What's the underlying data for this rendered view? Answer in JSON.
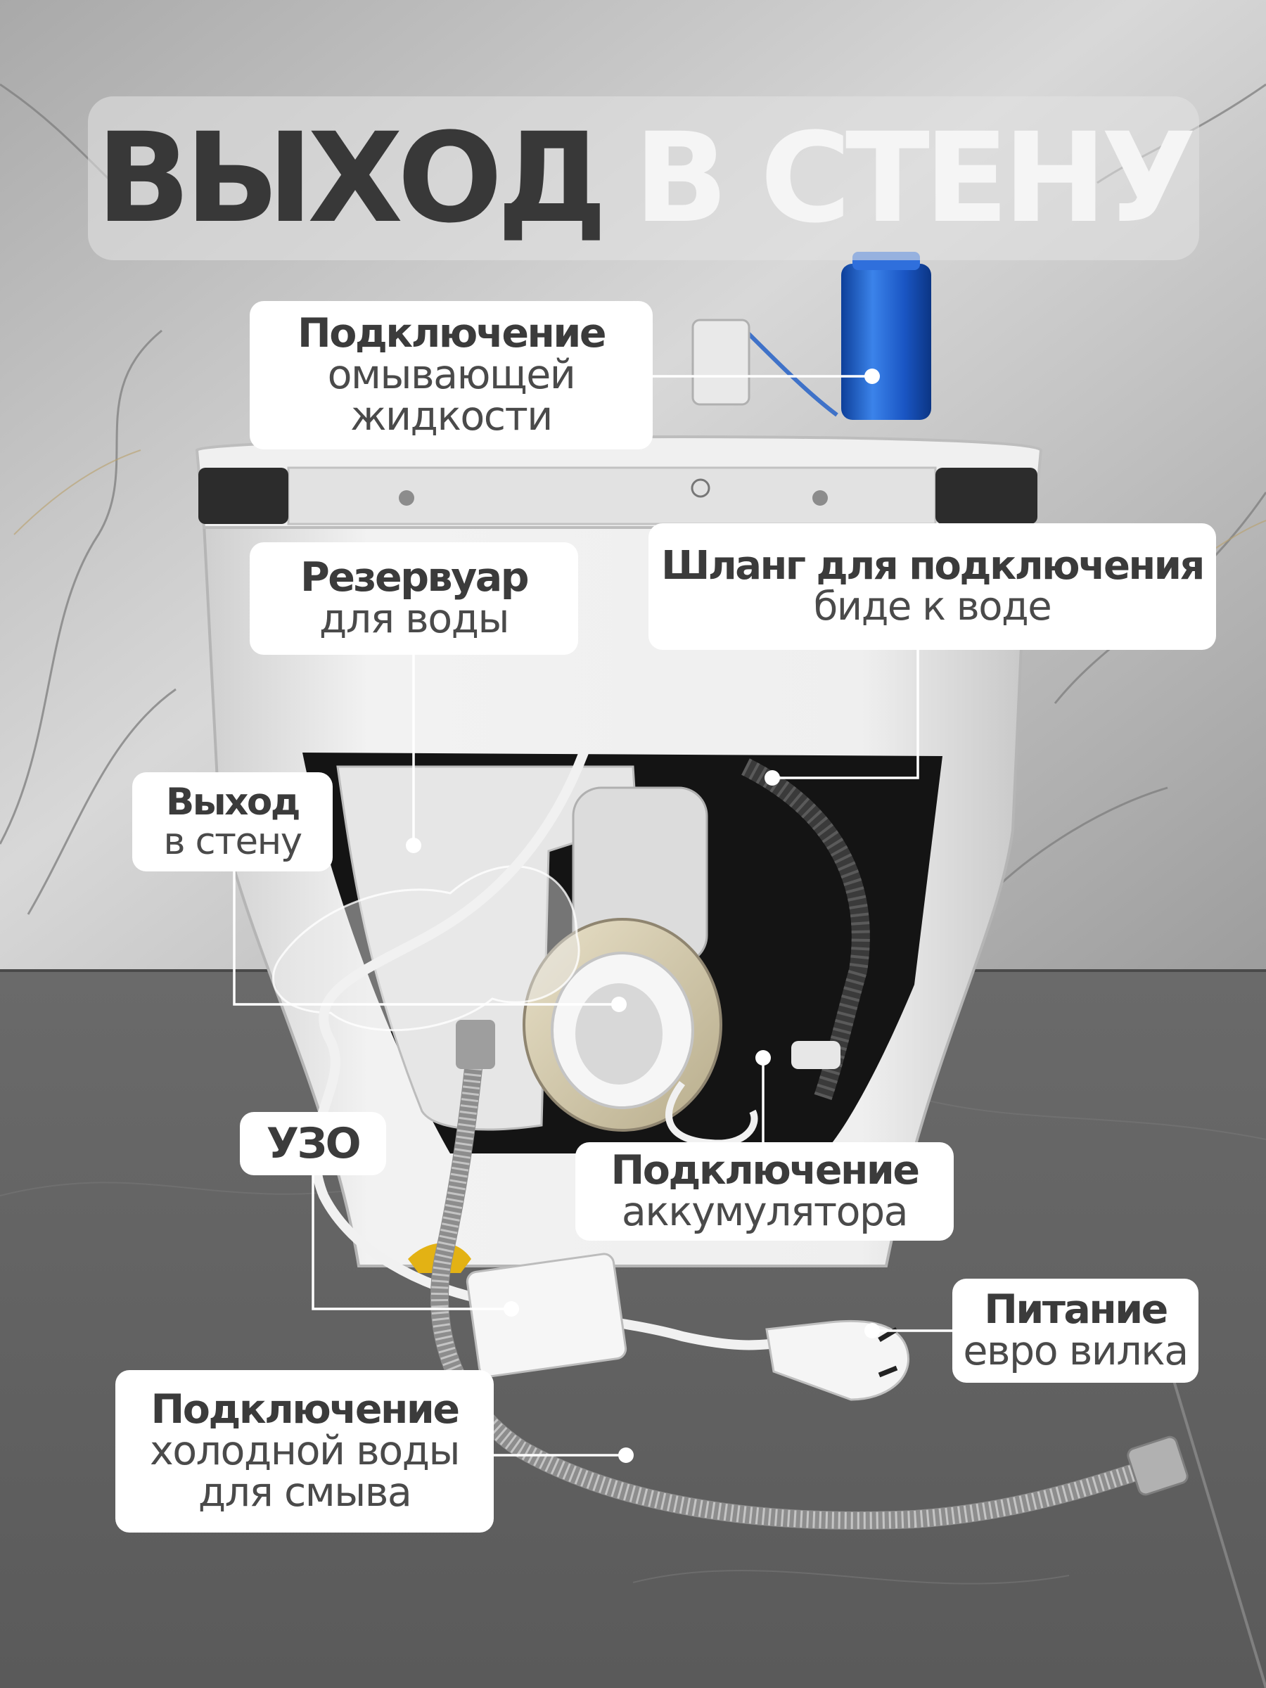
{
  "title": {
    "dark_part": "ВЫХОД",
    "light_part": "В СТЕНУ"
  },
  "callouts": {
    "washer_fluid": {
      "bold": "Подключение",
      "lines": [
        "омывающей",
        "жидкости"
      ]
    },
    "water_tank": {
      "bold": "Резервуар",
      "lines": [
        "для воды"
      ]
    },
    "bidet_hose": {
      "bold": "Шланг для подключения",
      "lines": [
        "биде к воде"
      ]
    },
    "wall_outlet": {
      "bold": "Выход",
      "lines": [
        "в стену"
      ]
    },
    "rcd": {
      "bold": "УЗО"
    },
    "battery": {
      "bold": "Подключение",
      "lines": [
        "аккумулятора"
      ]
    },
    "power": {
      "bold": "Питание",
      "lines": [
        "евро вилка"
      ]
    },
    "cold_water": {
      "bold": "Подключение",
      "lines": [
        "холодной воды",
        "для смыва"
      ]
    }
  },
  "colors": {
    "title_dark": "#383838",
    "title_light": "#f5f5f5",
    "label_background": "#ffffff",
    "label_text": "#3c3c3c",
    "leader_line": "#ffffff",
    "fluid_bottle": "#1f63d6"
  }
}
